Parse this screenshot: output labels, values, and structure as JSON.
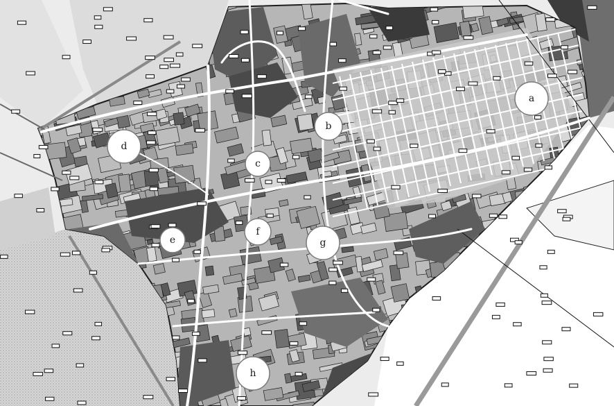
{
  "map": {
    "colors": {
      "background": "#f2f2f2",
      "outside_light": "#e8e8e8",
      "outside_white": "#ffffff",
      "urban_base": "#b4b4b4",
      "grid_district": "#c6c6c6",
      "parcel_dark": "#5a5a5a",
      "parcel_mid": "#8c8c8c",
      "parcel_light": "#cfcfcf",
      "stipple": "#d2d2d2",
      "roads": "#ffffff",
      "outlines": "#2a2a2a",
      "railway": "#9a9a9a"
    },
    "markers": [
      {
        "id": "a",
        "label": "a"
      },
      {
        "id": "b",
        "label": "b"
      },
      {
        "id": "c",
        "label": "c"
      },
      {
        "id": "d",
        "label": "d"
      },
      {
        "id": "e",
        "label": "e"
      },
      {
        "id": "f",
        "label": "f"
      },
      {
        "id": "g",
        "label": "g"
      },
      {
        "id": "h",
        "label": "h"
      }
    ]
  }
}
